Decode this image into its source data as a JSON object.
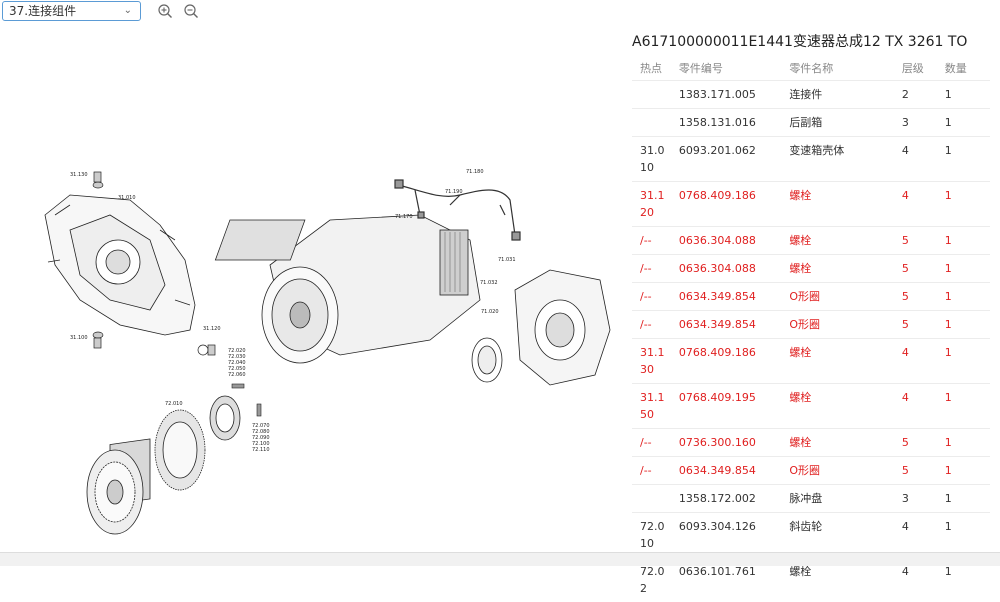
{
  "toolbar": {
    "selected_group": "37.连接组件",
    "zoom_in_icon": "zoom-in-icon",
    "zoom_out_icon": "zoom-out-icon"
  },
  "panel": {
    "title": "A617100000011E1441变速器总成12 TX 3261 TO",
    "columns": [
      "热点",
      "零件编号",
      "零件名称",
      "层级",
      "数量"
    ],
    "rows": [
      {
        "hotspot": "",
        "part_no": "1383.171.005",
        "name": "连接件",
        "level": "2",
        "qty": "1",
        "highlight": false
      },
      {
        "hotspot": "",
        "part_no": "1358.131.016",
        "name": "后副箱",
        "level": "3",
        "qty": "1",
        "highlight": false
      },
      {
        "hotspot": "31.010",
        "part_no": "6093.201.062",
        "name": "变速箱壳体",
        "level": "4",
        "qty": "1",
        "highlight": false
      },
      {
        "hotspot": "31.120",
        "part_no": "0768.409.186",
        "name": "螺栓",
        "level": "4",
        "qty": "1",
        "highlight": true
      },
      {
        "hotspot": "/--",
        "part_no": "0636.304.088",
        "name": "螺栓",
        "level": "5",
        "qty": "1",
        "highlight": true
      },
      {
        "hotspot": "/--",
        "part_no": "0636.304.088",
        "name": "螺栓",
        "level": "5",
        "qty": "1",
        "highlight": true
      },
      {
        "hotspot": "/--",
        "part_no": "0634.349.854",
        "name": "O形圈",
        "level": "5",
        "qty": "1",
        "highlight": true
      },
      {
        "hotspot": "/--",
        "part_no": "0634.349.854",
        "name": "O形圈",
        "level": "5",
        "qty": "1",
        "highlight": true
      },
      {
        "hotspot": "31.130",
        "part_no": "0768.409.186",
        "name": "螺栓",
        "level": "4",
        "qty": "1",
        "highlight": true
      },
      {
        "hotspot": "31.150",
        "part_no": "0768.409.195",
        "name": "螺栓",
        "level": "4",
        "qty": "1",
        "highlight": true
      },
      {
        "hotspot": "/--",
        "part_no": "0736.300.160",
        "name": "螺栓",
        "level": "5",
        "qty": "1",
        "highlight": true
      },
      {
        "hotspot": "/--",
        "part_no": "0634.349.854",
        "name": "O形圈",
        "level": "5",
        "qty": "1",
        "highlight": true
      },
      {
        "hotspot": "",
        "part_no": "1358.172.002",
        "name": "脉冲盘",
        "level": "3",
        "qty": "1",
        "highlight": false
      },
      {
        "hotspot": "72.010",
        "part_no": "6093.304.126",
        "name": "斜齿轮",
        "level": "4",
        "qty": "1",
        "highlight": false
      },
      {
        "hotspot": "72.02",
        "part_no": "0636.101.761",
        "name": "螺栓",
        "level": "4",
        "qty": "1",
        "highlight": false
      }
    ]
  },
  "diagram": {
    "callouts": {
      "c31_130": "31.130",
      "c31_010": "31.010",
      "c31_100": "31.100",
      "c31_120": "31.120",
      "c72_020": "72.020",
      "c72_030": "72.030",
      "c72_040": "72.040",
      "c72_050": "72.050",
      "c72_060": "72.060",
      "c72_010": "72.010",
      "c72_070": "72.070",
      "c72_080": "72.080",
      "c72_090": "72.090",
      "c72_100": "72.100",
      "c72_110": "72.110",
      "c71_180": "71.180",
      "c71_190": "71.190",
      "c71_170": "71.170",
      "c71_031": "71.031",
      "c71_032": "71.032",
      "c71_020": "71.020"
    }
  }
}
